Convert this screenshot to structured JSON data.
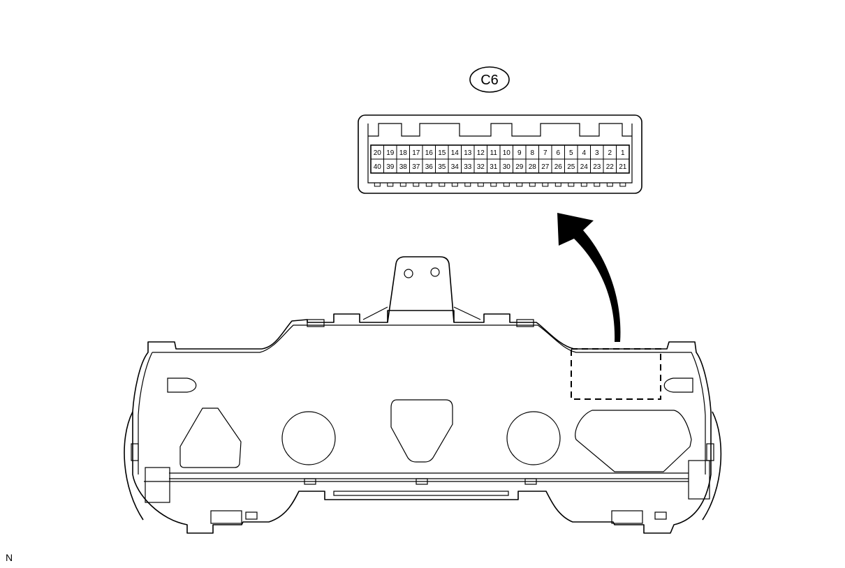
{
  "connector": {
    "code": "C6",
    "pins_top_row": [
      "20",
      "19",
      "18",
      "17",
      "16",
      "15",
      "14",
      "13",
      "12",
      "11",
      "10",
      "9",
      "8",
      "7",
      "6",
      "5",
      "4",
      "3",
      "2",
      "1"
    ],
    "pins_bottom_row": [
      "40",
      "39",
      "38",
      "37",
      "36",
      "35",
      "34",
      "33",
      "32",
      "31",
      "30",
      "29",
      "28",
      "27",
      "26",
      "25",
      "24",
      "23",
      "22",
      "21"
    ]
  },
  "corner_label": "N"
}
